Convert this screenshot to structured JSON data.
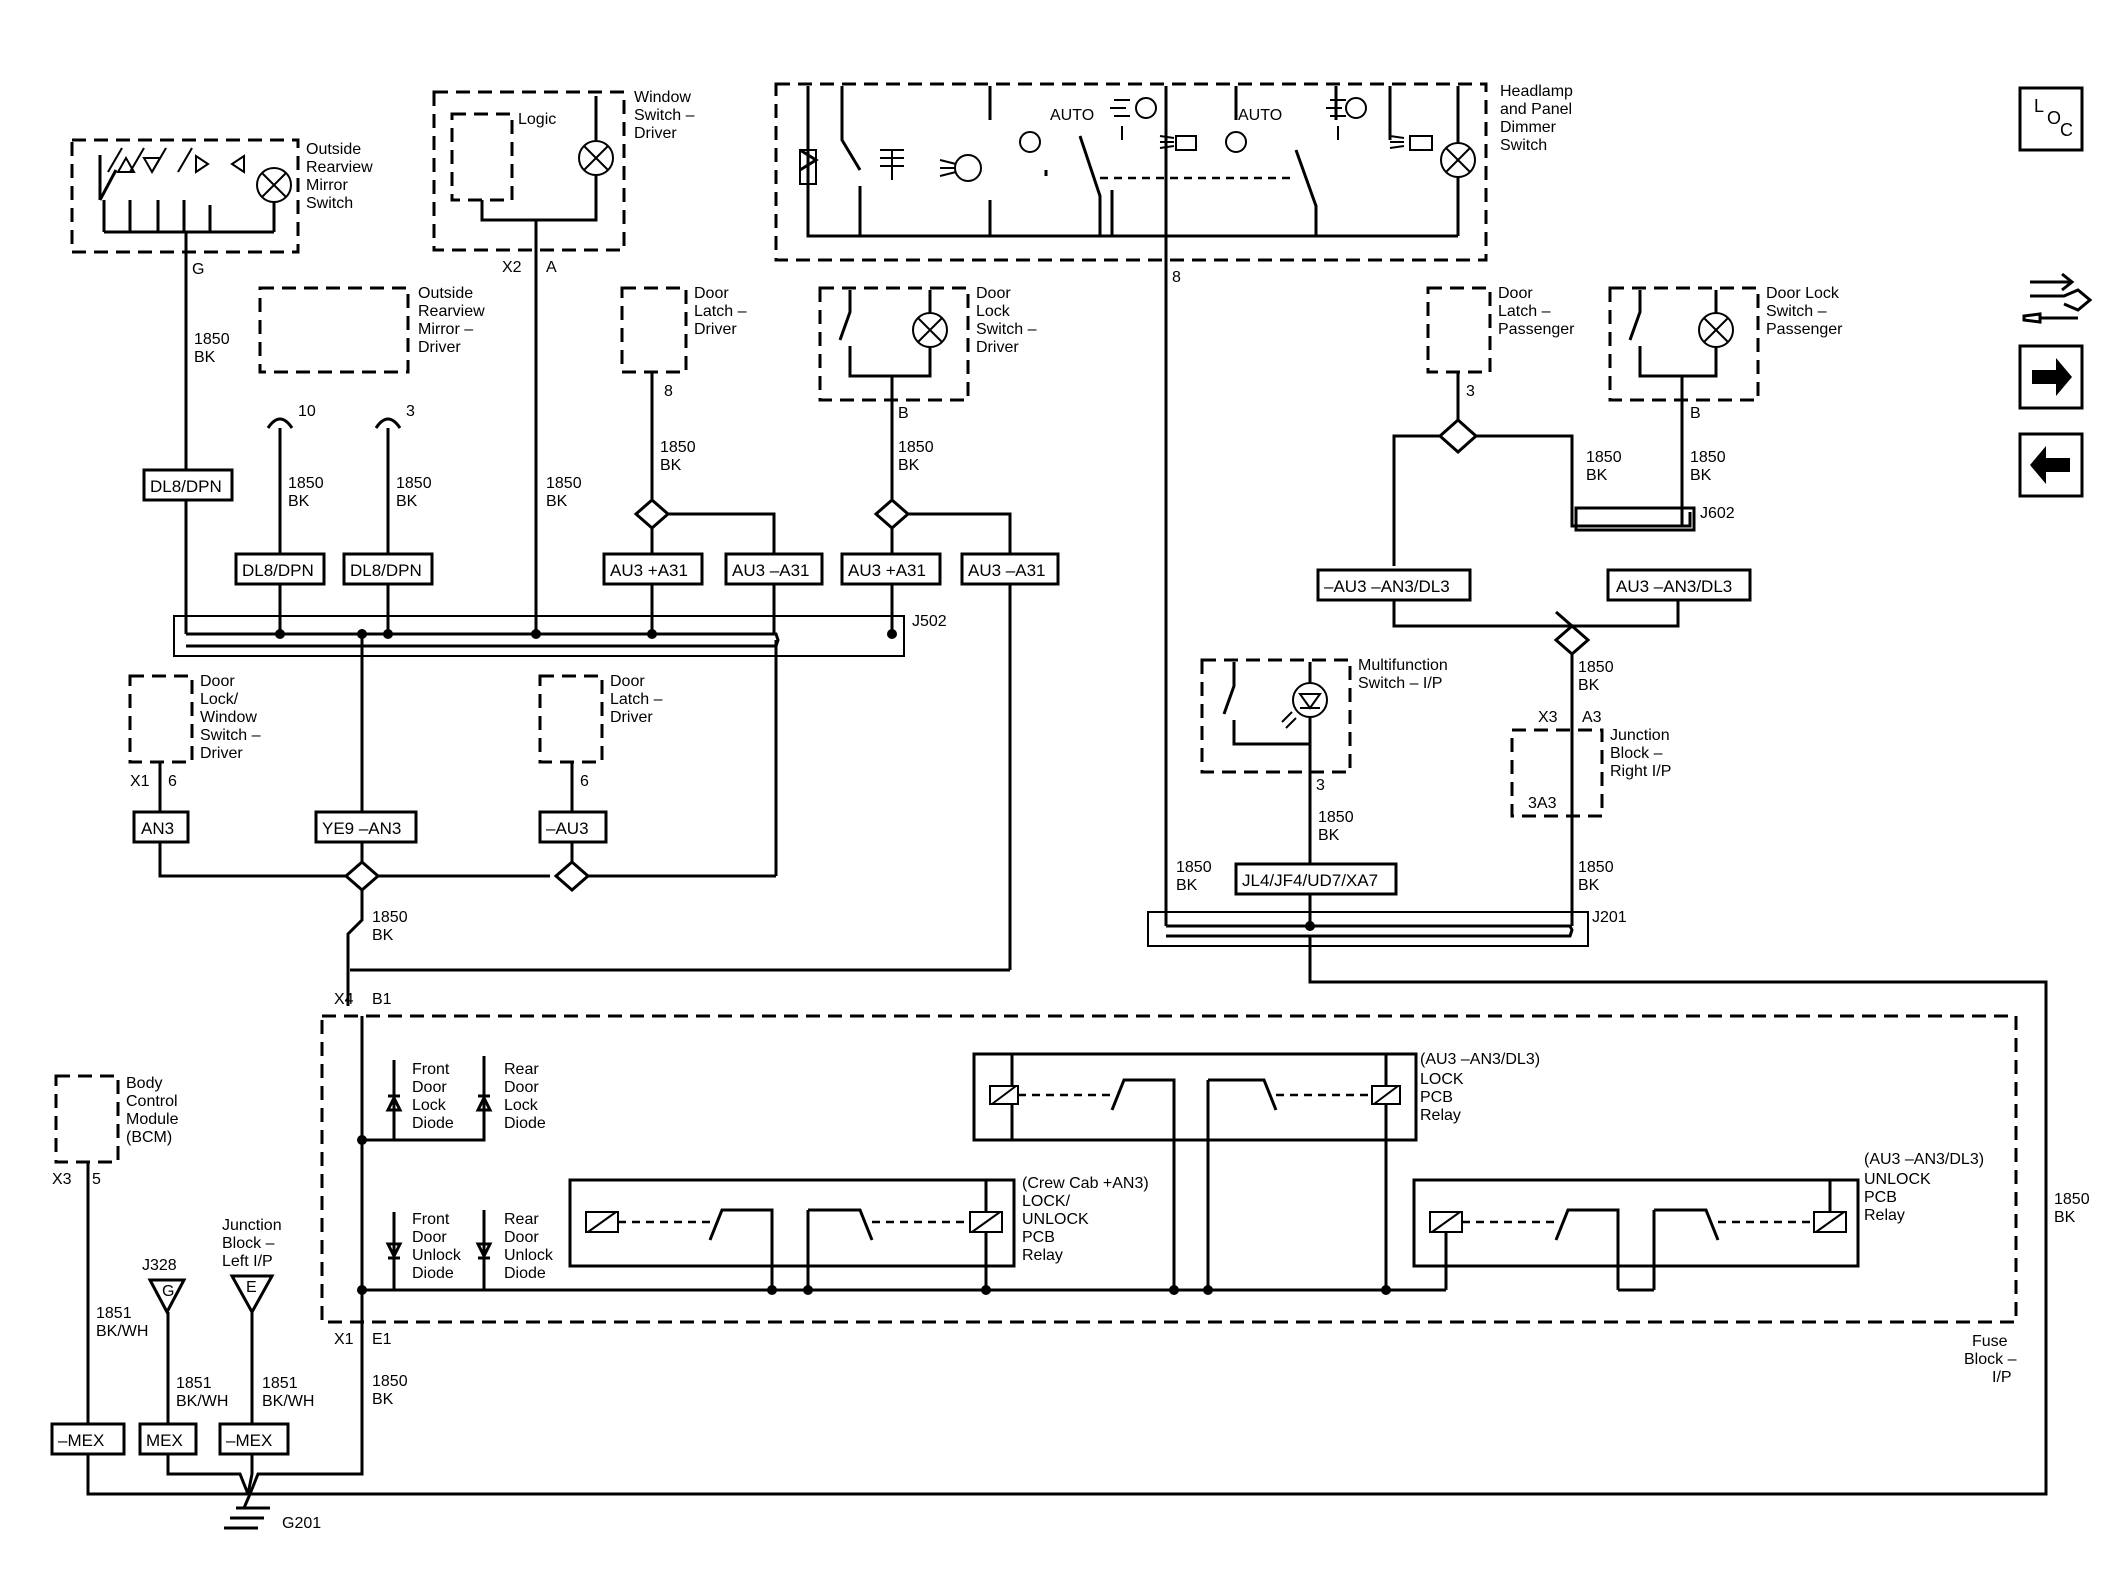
{
  "nav": {
    "loc_label": "LOC",
    "loc_l": "L",
    "loc_o": "O",
    "loc_c": "C"
  },
  "components": {
    "outside_rearview_mirror_switch": [
      "Outside",
      "Rearview",
      "Mirror",
      "Switch"
    ],
    "window_switch_driver": [
      "Window",
      "Switch –",
      "Driver"
    ],
    "window_logic": "Logic",
    "headlamp_switch": [
      "Headlamp",
      "and Panel",
      "Dimmer",
      "Switch"
    ],
    "headlamp_auto_1": "AUTO",
    "headlamp_auto_2": "AUTO",
    "outside_mirror_driver": [
      "Outside",
      "Rearview",
      "Mirror –",
      "Driver"
    ],
    "door_latch_driver_top": [
      "Door",
      "Latch –",
      "Driver"
    ],
    "door_lock_switch_driver": [
      "Door",
      "Lock",
      "Switch –",
      "Driver"
    ],
    "door_latch_passenger": [
      "Door",
      "Latch –",
      "Passenger"
    ],
    "door_lock_switch_passenger": [
      "Door Lock",
      "Switch –",
      "Passenger"
    ],
    "door_lock_window_switch_driver": [
      "Door",
      "Lock/",
      "Window",
      "Switch –",
      "Driver"
    ],
    "door_latch_driver_bottom": [
      "Door",
      "Latch –",
      "Driver"
    ],
    "multifunction_switch": [
      "Multifunction",
      "Switch – I/P"
    ],
    "junction_block_right": [
      "Junction",
      "Block –",
      "Right I/P"
    ],
    "junction_block_right_pin": "3A3",
    "bcm": [
      "Body",
      "Control",
      "Module",
      "(BCM)"
    ],
    "junction_block_left": [
      "Junction",
      "Block –",
      "Left I/P"
    ],
    "fuse_block": [
      "Fuse",
      "Block –",
      "I/P"
    ],
    "front_door_lock_diode": [
      "Front",
      "Door",
      "Lock",
      "Diode"
    ],
    "rear_door_lock_diode": [
      "Rear",
      "Door",
      "Lock",
      "Diode"
    ],
    "front_door_unlock_diode": [
      "Front",
      "Door",
      "Unlock",
      "Diode"
    ],
    "rear_door_unlock_diode": [
      "Rear",
      "Door",
      "Unlock",
      "Diode"
    ],
    "lock_pcb_relay": [
      "LOCK",
      "PCB",
      "Relay"
    ],
    "lock_pcb_relay_option": "(AU3 –AN3/DL3)",
    "lock_unlock_pcb_relay": [
      "LOCK/",
      "UNLOCK",
      "PCB",
      "Relay"
    ],
    "lock_unlock_pcb_relay_option": "(Crew Cab +AN3)",
    "unlock_pcb_relay": [
      "UNLOCK",
      "PCB",
      "Relay"
    ],
    "unlock_pcb_relay_option": "(AU3 –AN3/DL3)"
  },
  "option_boxes": {
    "dl8_dpn_left": "DL8/DPN",
    "dl8_dpn_10": "DL8/DPN",
    "dl8_dpn_3": "DL8/DPN",
    "au3_a31_plus_left": "AU3 +A31",
    "au3_a31_minus_left": "AU3 –A31",
    "au3_a31_plus_right": "AU3 +A31",
    "au3_a31_minus_right": "AU3 –A31",
    "an3": "AN3",
    "ye9_an3": "YE9 –AN3",
    "minus_au3": "–AU3",
    "minus_au3_an3_dl3": "–AU3 –AN3/DL3",
    "au3_an3_dl3": "AU3 –AN3/DL3",
    "jl4_jf4": "JL4/JF4/UD7/XA7",
    "minus_mex_left": "–MEX",
    "mex": "MEX",
    "minus_mex_right": "–MEX"
  },
  "wires": {
    "w1850": "1850",
    "bk": "BK",
    "w1851": "1851",
    "bkwh": "BK/WH"
  },
  "splices": {
    "j502": "J502",
    "j602": "J602",
    "j201": "J201",
    "j328": "J328",
    "j328_pin": "G",
    "jb_left_pin": "E",
    "g201": "G201"
  },
  "pins": {
    "mirror_sw_g": "G",
    "window_x2": "X2",
    "window_a": "A",
    "headlamp_8": "8",
    "mirror_10": "10",
    "mirror_3": "3",
    "latch_driver_8": "8",
    "lock_sw_driver_b": "B",
    "latch_pass_3": "3",
    "lock_sw_pass_b": "B",
    "dlws_x1": "X1",
    "dlws_6": "6",
    "latch_driver_6": "6",
    "multifunction_3": "3",
    "jb_x3": "X3",
    "jb_a3": "A3",
    "fb_x4": "X4",
    "fb_b1": "B1",
    "fb_x1": "X1",
    "fb_e1": "E1",
    "bcm_x3": "X3",
    "bcm_5": "5"
  }
}
